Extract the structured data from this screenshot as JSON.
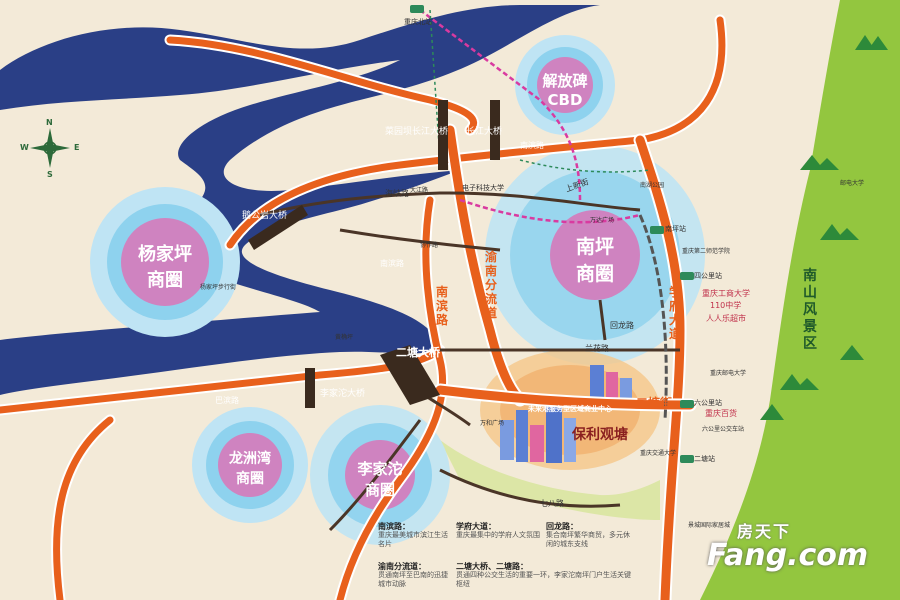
{
  "districts": {
    "jiefangbei": "解放碑",
    "jiefangbei_sub": "CBD",
    "yangjiaping": "杨家坪",
    "yangjiaping_sub": "商圈",
    "nanping": "南坪",
    "nanping_sub": "商圈",
    "longzhouwan": "龙洲湾",
    "longzhouwan_sub": "商圈",
    "lijiatuo": "李家沱",
    "lijiatuo_sub": "商圈"
  },
  "scenic": {
    "nanshan": [
      "南",
      "山",
      "风",
      "景",
      "区"
    ]
  },
  "bridges": {
    "caiyuanba": "菜园坝长江大桥",
    "changjiang": "长江大桥",
    "egongyan": "鹅公岩大桥",
    "lijiatuo": "李家沱大桥",
    "ertang": "二塘大桥"
  },
  "roads": {
    "nanbin_top": "南滨路",
    "nanbin_left": "南滨路",
    "nanbin_vert": [
      "南",
      "滨",
      "路"
    ],
    "yunan": [
      "渝",
      "南",
      "分",
      "流",
      "道"
    ],
    "xuefu": [
      "学",
      "府",
      "大",
      "道"
    ],
    "ertangjie": "二塘街",
    "haixia": "海峡路",
    "balin": "巴滨路",
    "lanhua": "兰花路",
    "huilong": "回龙路",
    "shangxinjie": "上新街",
    "qibali": "七八路"
  },
  "stations": {
    "chongqing_north": "重庆北站",
    "nanpingzhan": "南坪站",
    "sigongli": "四公里站",
    "liugongli": "六公里站",
    "erba": "二塘站"
  },
  "pois": {
    "chongqing_tech": "重庆工商大学",
    "school110": "110中学",
    "renrenle": "人人乐超市",
    "chongqing_jiaotong": "重庆交通大学",
    "chongqing_normal": "重庆第二师范学院",
    "electronic_tech": "电子科技大学",
    "nanping_garden": "南湖公园",
    "wanda": "万达广场",
    "chongqing_yidu": "重庆百货",
    "project_name": "保利观塘",
    "project_sub": "未来港服务型区域商业中心",
    "huangjueping": "黄桷坪",
    "dajiang": "大江路",
    "xiezuo": "协作路",
    "yangjiaping_walk": "杨家坪步行街",
    "wanhe": "万和广场",
    "liugongli_bus": "六公里公交车站",
    "jingcheng": "景城国际家居城",
    "chongqing_university": "重庆邮电大学",
    "youdian": "邮电大学"
  },
  "legend": {
    "nanbin_title": "南滨路：",
    "nanbin_desc": "重庆最美城市滨江生活名片",
    "xuefu_title": "学府大道：",
    "xuefu_desc": "重庆最集中的学府人文氛围",
    "huilong_title": "回龙路：",
    "huilong_desc": "集合南坪繁华商贸，多元休闲的城东支线",
    "yunan_title": "渝南分流道：",
    "yunan_desc": "贯通南坪至巴南的迅捷城市动脉",
    "ertang_title": "二塘大桥、二塘路：",
    "ertang_desc": "贯通四种公交生活的重要一环，李家沱南坪门户生活关键枢纽"
  },
  "watermark": {
    "top": "房天下",
    "bottom": "Fang.com"
  },
  "compass": {
    "n": "N",
    "s": "S",
    "e": "E",
    "w": "W"
  },
  "colors": {
    "river": "#2a3f86",
    "road": "#e8601c",
    "circle_pink": "#cf83c0",
    "circle_blue": "#8ed2ee",
    "green_band": "#93c63f",
    "metro": "#d93aa0"
  }
}
